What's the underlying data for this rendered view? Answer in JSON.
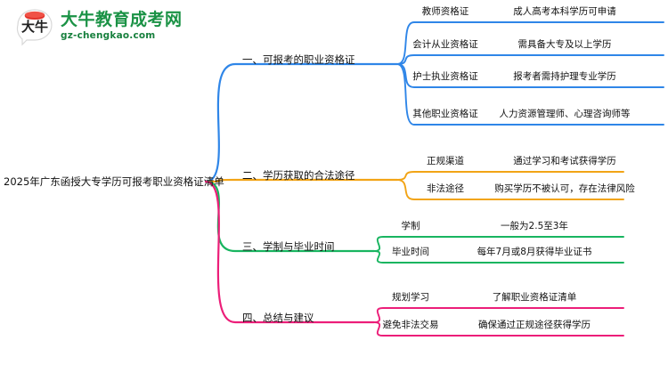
{
  "logo": {
    "mark_icon": "bull-head-logo-icon",
    "title": "大牛教育成考网",
    "subtitle": "gz-chengkao.com",
    "brand_color": "#1a9245"
  },
  "root": {
    "label": "2025年广东函授大专学历可报考职业资格证清单"
  },
  "colors": {
    "branch1": "#2f86e8",
    "branch2": "#f2a416",
    "branch3": "#18b560",
    "branch4": "#ec1e79"
  },
  "branches": [
    {
      "id": "branch-1",
      "label": "一、可报考的职业资格证",
      "color": "#2f86e8",
      "children": [
        {
          "key": "教师资格证",
          "value": "成人高考本科学历可申请"
        },
        {
          "key": "会计从业资格证",
          "value": "需具备大专及以上学历"
        },
        {
          "key": "护士执业资格证",
          "value": "报考者需持护理专业学历"
        },
        {
          "key": "其他职业资格证",
          "value": "人力资源管理师、心理咨询师等"
        }
      ]
    },
    {
      "id": "branch-2",
      "label": "二、学历获取的合法途径",
      "color": "#f2a416",
      "children": [
        {
          "key": "正规渠道",
          "value": "通过学习和考试获得学历"
        },
        {
          "key": "非法途径",
          "value": "购买学历不被认可，存在法律风险"
        }
      ]
    },
    {
      "id": "branch-3",
      "label": "三、学制与毕业时间",
      "color": "#18b560",
      "children": [
        {
          "key": "学制",
          "value": "一般为2.5至3年"
        },
        {
          "key": "毕业时间",
          "value": "每年7月或8月获得毕业证书"
        }
      ]
    },
    {
      "id": "branch-4",
      "label": "四、总结与建议",
      "color": "#ec1e79",
      "children": [
        {
          "key": "规划学习",
          "value": "了解职业资格证清单"
        },
        {
          "key": "避免非法交易",
          "value": "确保通过正规途径获得学历"
        }
      ]
    }
  ]
}
